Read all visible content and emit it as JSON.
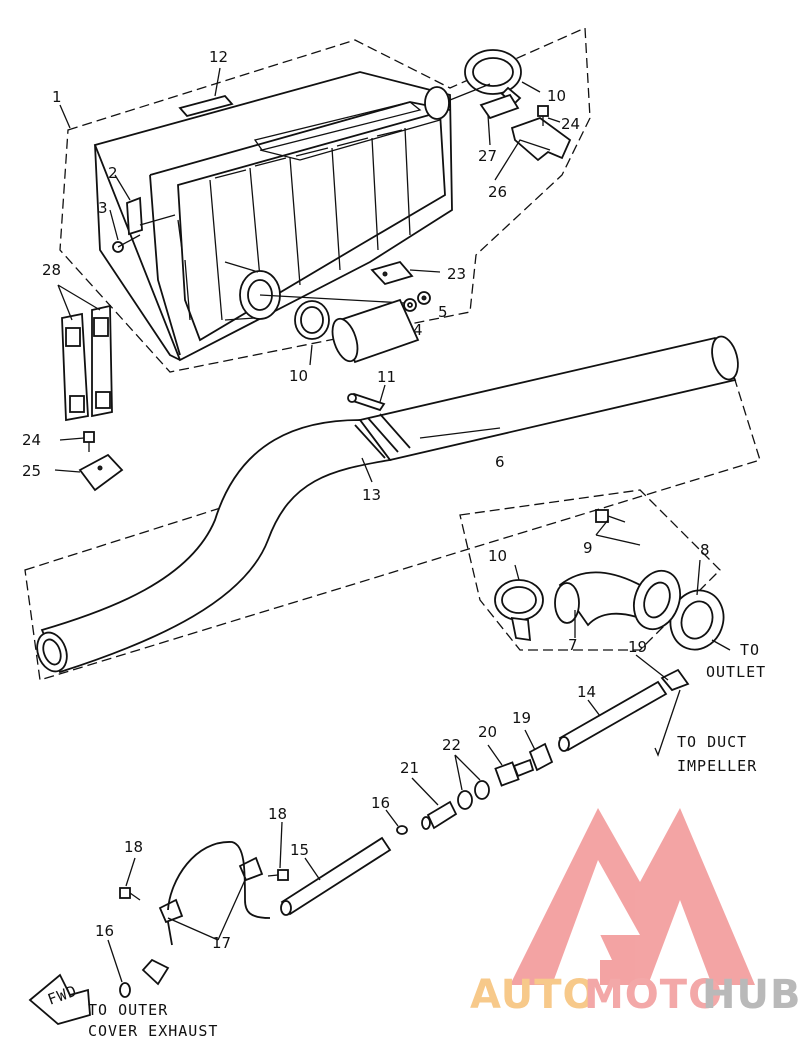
{
  "diagram": {
    "part_labels": [
      "1",
      "2",
      "3",
      "4",
      "5",
      "6",
      "7",
      "8",
      "9",
      "10",
      "11",
      "12",
      "13",
      "14",
      "15",
      "16",
      "17",
      "18",
      "19",
      "20",
      "21",
      "22",
      "23",
      "24",
      "25",
      "26",
      "27",
      "28"
    ],
    "notes": {
      "to_outlet_1": "TO",
      "to_outlet_2": "OUTLET",
      "to_duct_1": "TO DUCT",
      "to_duct_2": "IMPELLER",
      "to_outer_1": "TO OUTER",
      "to_outer_2": "COVER EXHAUST",
      "fwd": "FWD"
    }
  },
  "watermark": {
    "brand_part1": "AUTO",
    "brand_part2": "MOTO",
    "brand_part3": "HUB",
    "colors": {
      "logo": "#f29a9a",
      "auto": "#f7c98a",
      "moto": "#f3a8a8",
      "hub": "#b9b9b9"
    }
  }
}
